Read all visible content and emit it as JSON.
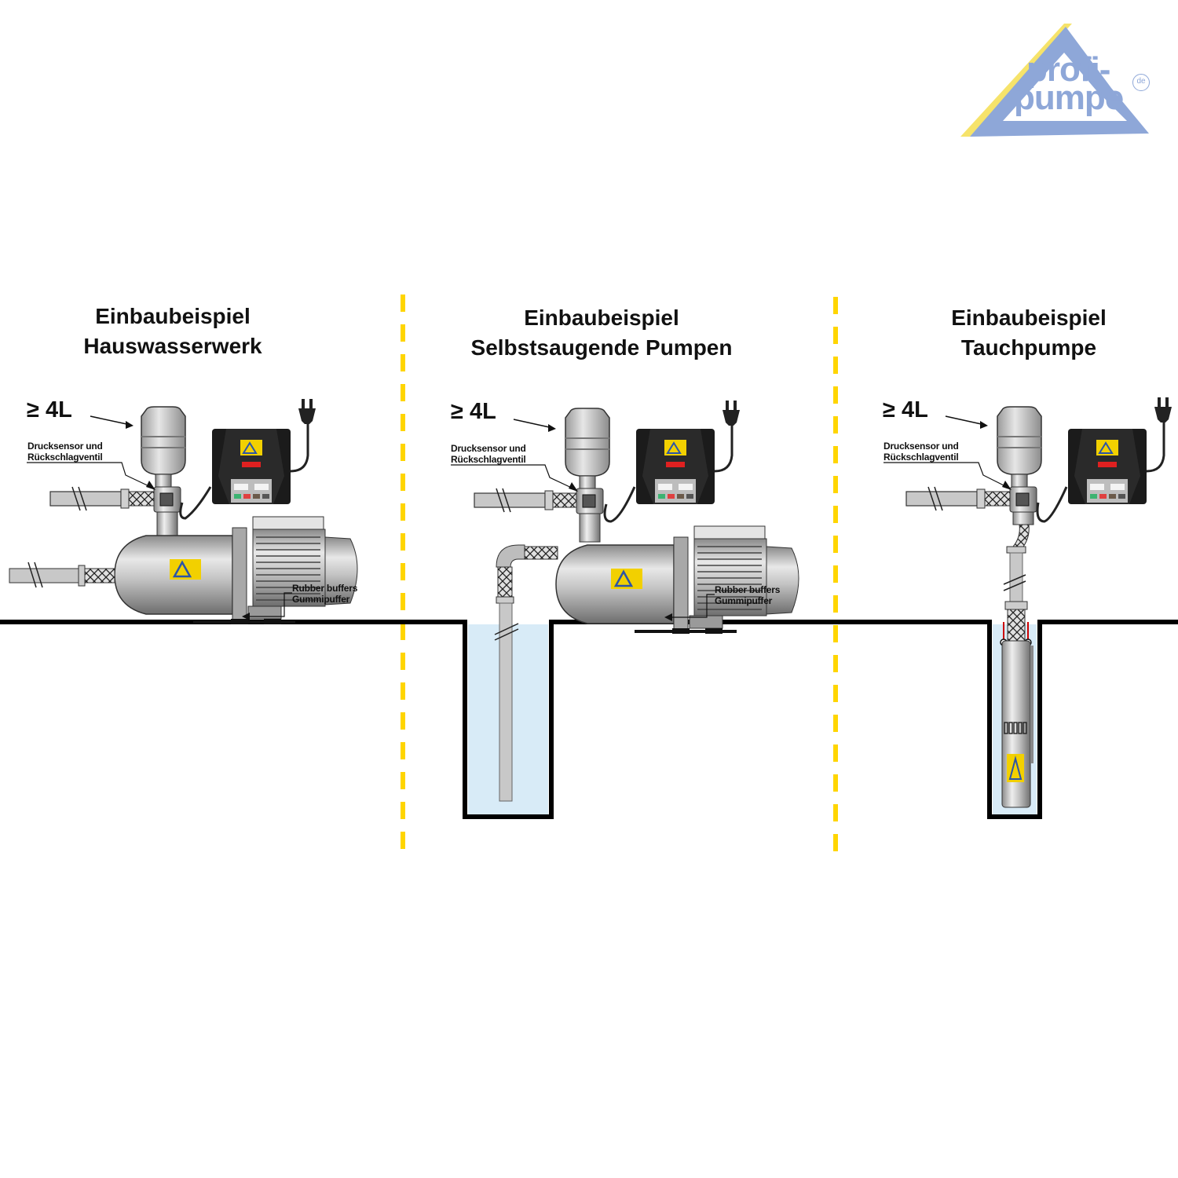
{
  "logo": {
    "line1": "profi-",
    "line2": "pumpe",
    "suffix": "de",
    "colors": {
      "blue": "#8ea7d8",
      "yellow": "#f6e36a"
    }
  },
  "colors": {
    "divider": "#ffd500",
    "water": "#d8ebf7",
    "ground": "#000000",
    "pipe": "#c8c8c8"
  },
  "panels": [
    {
      "title_line1": "Einbaubeispiel",
      "title_line2": "Hauswasserwerk",
      "tank_volume": "≥ 4L",
      "sensor_label_line1": "Drucksensor und",
      "sensor_label_line2": "Rückschlagventil",
      "buffer_label_line1": "Rubber buffers",
      "buffer_label_line2": "Gummipuffer"
    },
    {
      "title_line1": "Einbaubeispiel",
      "title_line2": "Selbstsaugende Pumpen",
      "tank_volume": "≥ 4L",
      "sensor_label_line1": "Drucksensor und",
      "sensor_label_line2": "Rückschlagventil",
      "buffer_label_line1": "Rubber buffers",
      "buffer_label_line2": "Gummipuffer"
    },
    {
      "title_line1": "Einbaubeispiel",
      "title_line2": "Tauchpumpe",
      "tank_volume": "≥ 4L",
      "sensor_label_line1": "Drucksensor und",
      "sensor_label_line2": "Rückschlagventil"
    }
  ]
}
